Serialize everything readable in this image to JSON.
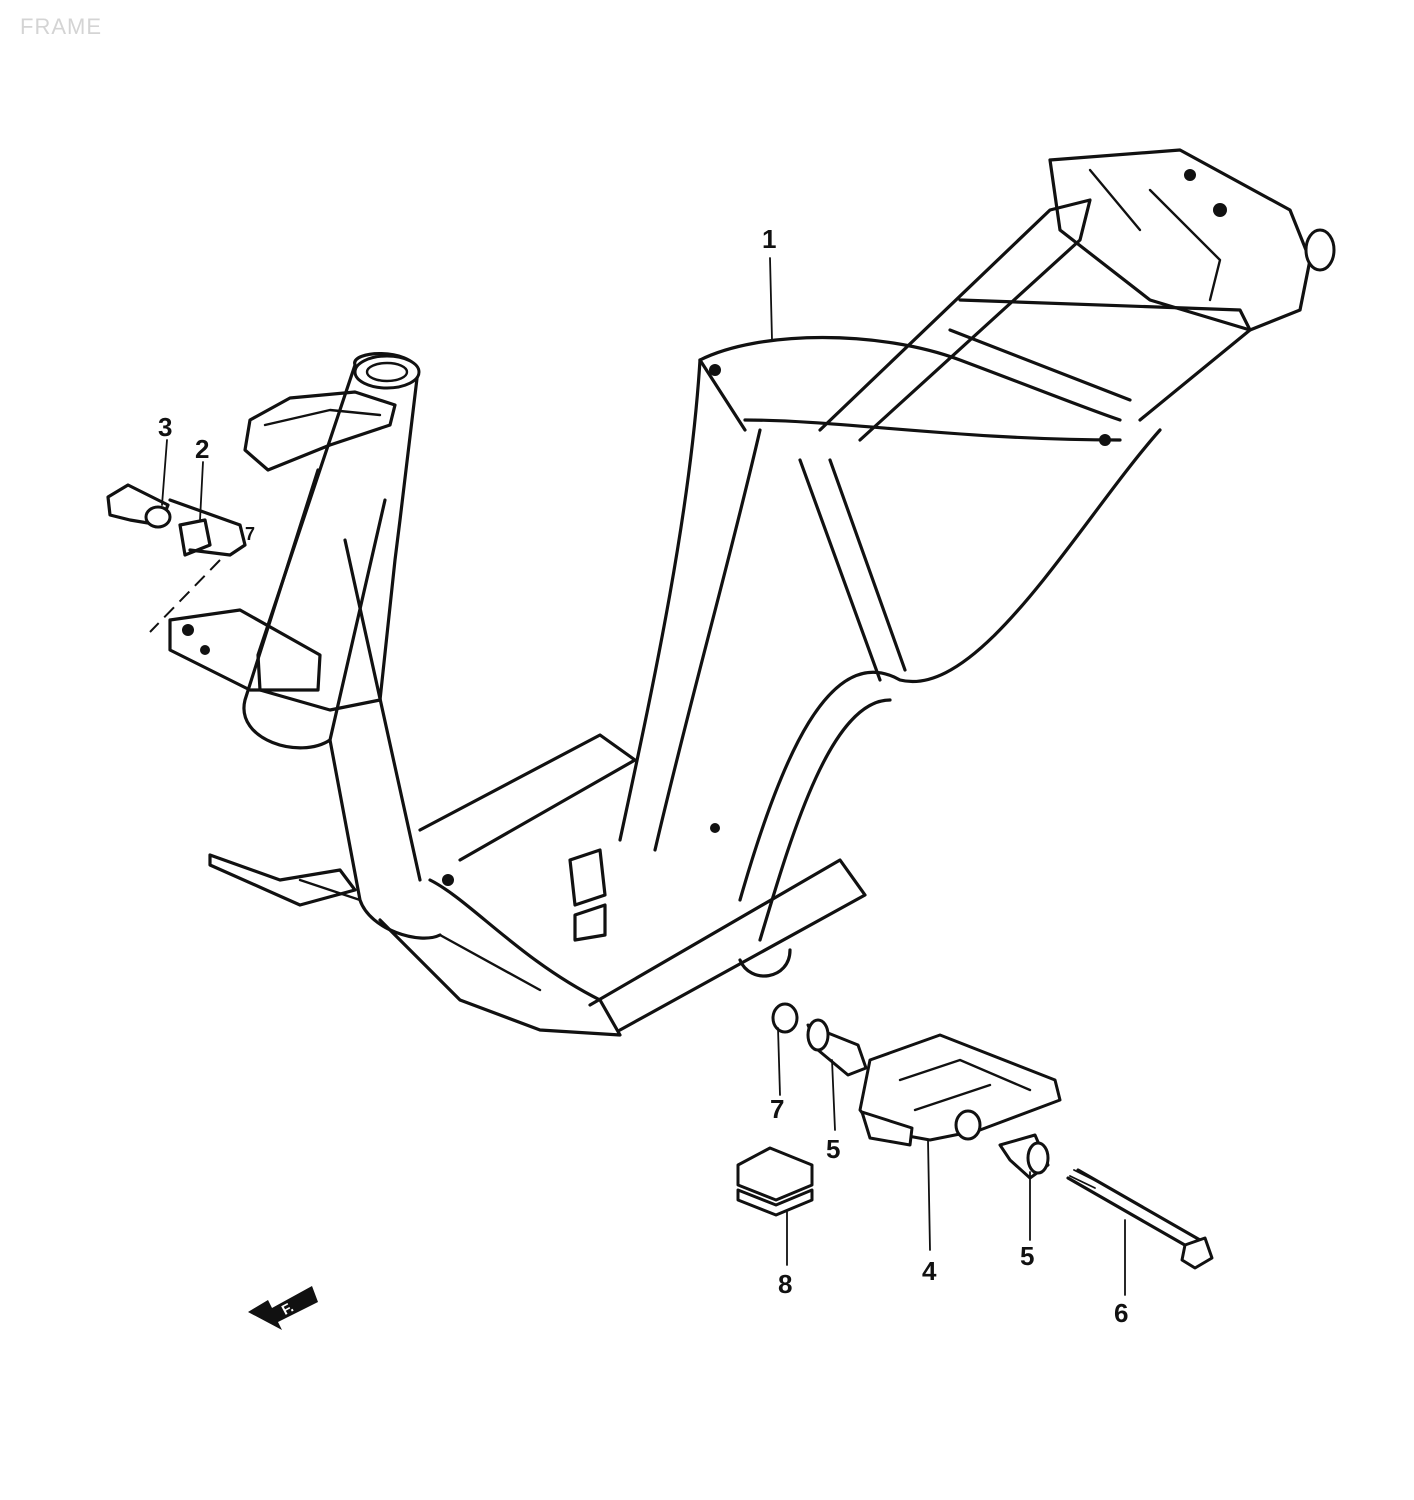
{
  "page": {
    "title": "FRAME"
  },
  "callouts": [
    {
      "id": "1",
      "label": "1"
    },
    {
      "id": "2",
      "label": "2"
    },
    {
      "id": "3",
      "label": "3"
    },
    {
      "id": "4",
      "label": "4"
    },
    {
      "id": "5a",
      "label": "5"
    },
    {
      "id": "5b",
      "label": "5"
    },
    {
      "id": "6",
      "label": "6"
    },
    {
      "id": "7a",
      "label": "7"
    },
    {
      "id": "7b",
      "label": "7"
    },
    {
      "id": "8",
      "label": "8"
    }
  ],
  "direction_arrow": {
    "label": "F."
  }
}
